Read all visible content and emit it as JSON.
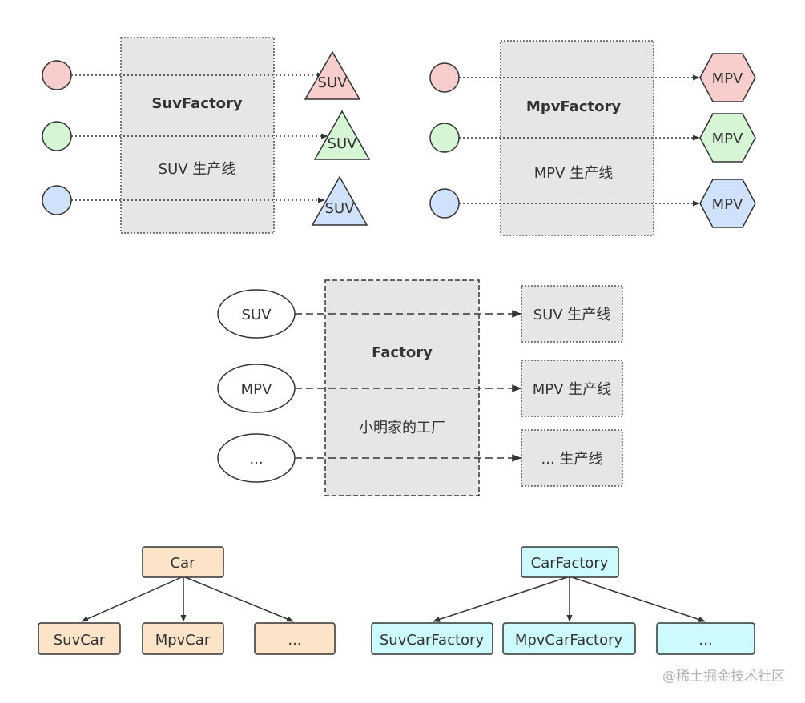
{
  "colors": {
    "pink": "#f8cecc",
    "green": "#d5f5d5",
    "blue": "#d0e2fb",
    "gray_box": "#e6e6e6",
    "orange": "#fde3c7",
    "cyan": "#ccfafd",
    "stroke": "#333333"
  },
  "suv_panel": {
    "factory_title": "SuvFactory",
    "factory_subtitle": "SUV 生产线",
    "products": [
      "SUV",
      "SUV",
      "SUV"
    ]
  },
  "mpv_panel": {
    "factory_title": "MpvFactory",
    "factory_subtitle": "MPV 生产线",
    "products": [
      "MPV",
      "MPV",
      "MPV"
    ]
  },
  "simple_factory": {
    "inputs": [
      "SUV",
      "MPV",
      "..."
    ],
    "factory_title": "Factory",
    "factory_subtitle": "小明家的工厂",
    "outputs": [
      "SUV 生产线",
      "MPV 生产线",
      "... 生产线"
    ]
  },
  "car_tree": {
    "root": "Car",
    "children": [
      "SuvCar",
      "MpvCar",
      "..."
    ]
  },
  "factory_tree": {
    "root": "CarFactory",
    "children": [
      "SuvCarFactory",
      "MpvCarFactory",
      "..."
    ]
  },
  "watermark": "@稀土掘金技术社区"
}
